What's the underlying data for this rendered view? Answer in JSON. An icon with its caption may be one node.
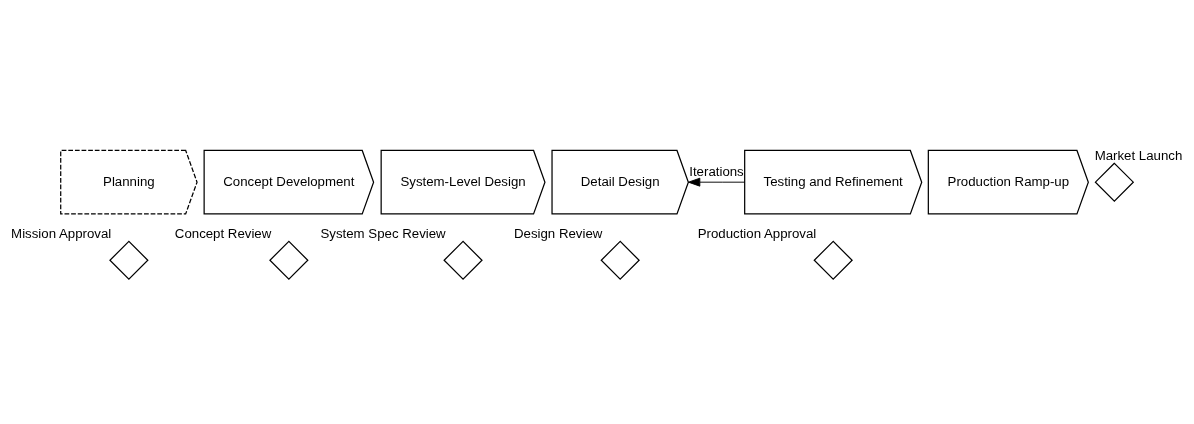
{
  "diagram": {
    "nodes": [
      {
        "text": [
          "Planning"
        ]
      },
      {
        "text": [
          "Concept Development"
        ]
      },
      {
        "text": [
          "System-Level Design"
        ]
      },
      {
        "text": [
          "Detail Design"
        ]
      },
      {
        "text": [
          "Testing and Refinement"
        ]
      },
      {
        "text": [
          "Production Ramp-up"
        ]
      },
      {
        "text": [],
        "shape": "diamond",
        "beside": [
          "Mission Approval"
        ]
      },
      {
        "text": [],
        "shape": "diamond",
        "beside": [
          "Concept Review"
        ]
      },
      {
        "text": [],
        "shape": "diamond",
        "beside": [
          "System Spec Review"
        ]
      },
      {
        "text": [],
        "shape": "diamond",
        "beside": [
          "Design Review"
        ]
      },
      {
        "text": [],
        "shape": "diamond",
        "beside": [
          "Production Approval"
        ]
      },
      {
        "text": [],
        "shape": "diamond",
        "beside": [
          "Market Launch"
        ]
      }
    ],
    "edges": [
      {
        "from": 4,
        "to": 3,
        "arrow": "to",
        "label": "Iterations"
      }
    ]
  }
}
